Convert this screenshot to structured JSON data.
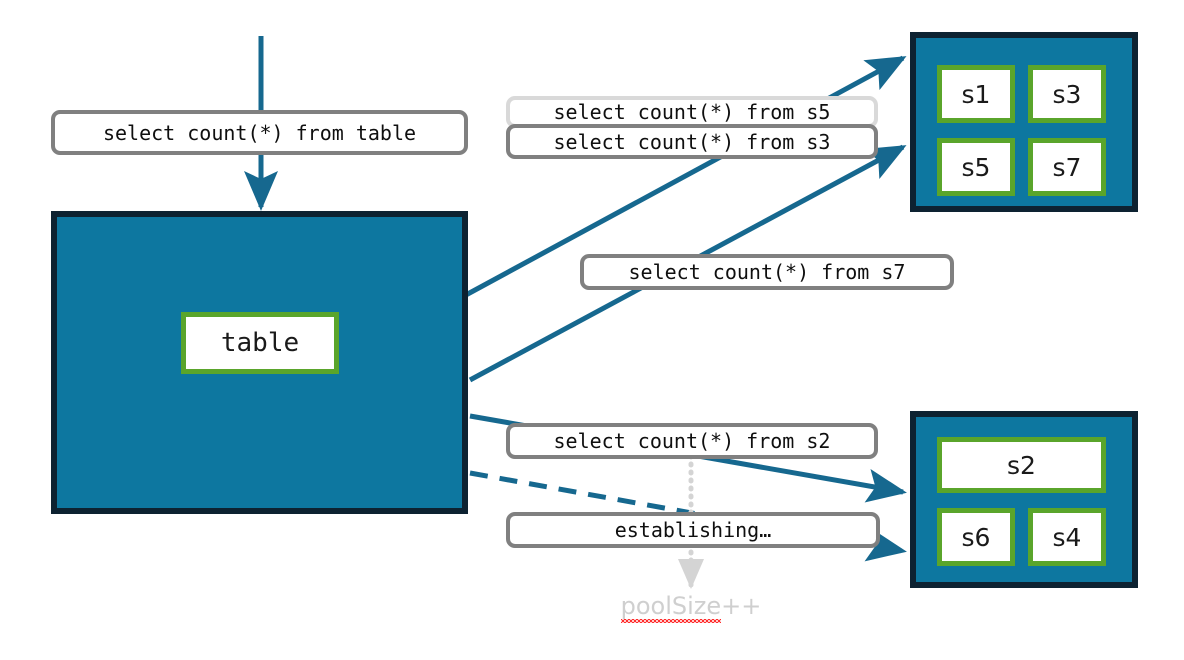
{
  "diagram": {
    "title": "connection-pool-query-routing",
    "colors": {
      "pool_fill": "#0d77a0",
      "pool_border": "#0d2231",
      "session_border": "#5aa52b",
      "arrow": "#16688f",
      "pill_border_active": "#808080",
      "pill_border_faded": "#d9d9d9",
      "annotation_text": "#cfcfcf",
      "spellcheck_underline": "#ff2d2d"
    }
  },
  "queries": {
    "root": "select count(*) from table",
    "s5": "select count(*) from s5",
    "s3": "select count(*) from s3",
    "s7": "select count(*) from s7",
    "s2": "select count(*) from s2",
    "establishing": "establishing…"
  },
  "annotations": {
    "pool_size": "poolSize++",
    "pool_size_word": "poolSize",
    "pool_size_suffix": "++"
  },
  "main_pool": {
    "table_label": "table"
  },
  "top_pool": {
    "sessions": [
      {
        "label": "s1"
      },
      {
        "label": "s3"
      },
      {
        "label": "s5"
      },
      {
        "label": "s7"
      }
    ]
  },
  "bottom_pool": {
    "sessions": [
      {
        "label": "s2"
      },
      {
        "label": "s6"
      },
      {
        "label": "s4"
      }
    ]
  }
}
